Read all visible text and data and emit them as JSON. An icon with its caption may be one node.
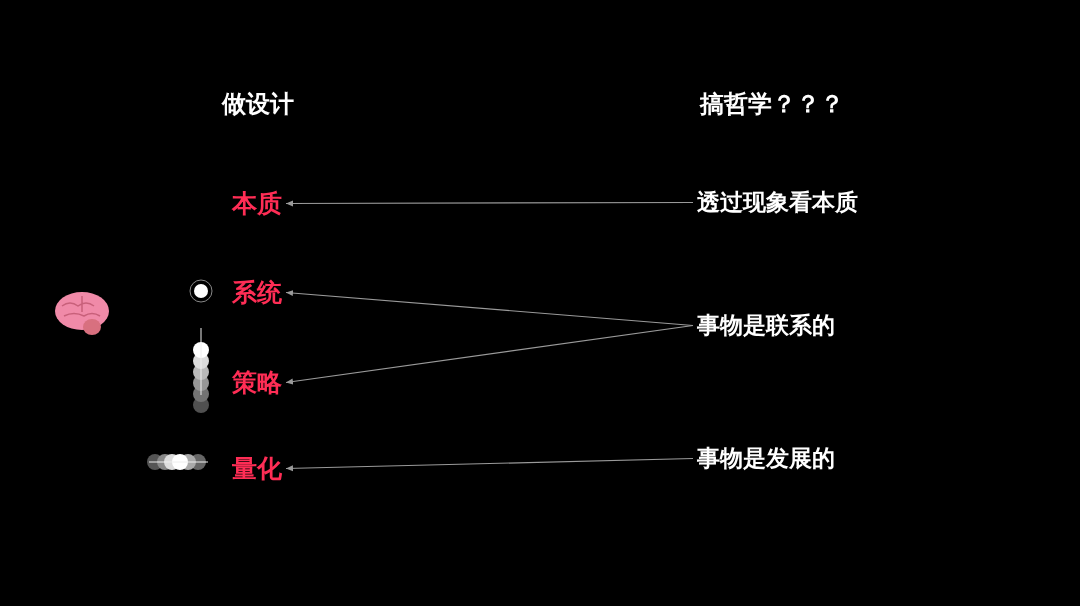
{
  "diagram": {
    "nodes": [
      {
        "text": [
          "本质"
        ]
      },
      {
        "text": [
          "系统"
        ]
      },
      {
        "text": [
          "策略"
        ]
      },
      {
        "text": [
          "量化"
        ]
      },
      {
        "text": [
          "透过现象看本质"
        ]
      },
      {
        "text": [
          "事物是联系的"
        ]
      },
      {
        "text": [
          "事物是发展的"
        ]
      }
    ],
    "edges": [
      {
        "from": 4,
        "to": 0,
        "arrow": "to"
      },
      {
        "from": 5,
        "to": 1,
        "arrow": "to"
      },
      {
        "from": 5,
        "to": 2,
        "arrow": "to"
      },
      {
        "from": 6,
        "to": 3,
        "arrow": "to"
      }
    ],
    "labels": [
      "做设计",
      "搞哲学？？？"
    ]
  }
}
